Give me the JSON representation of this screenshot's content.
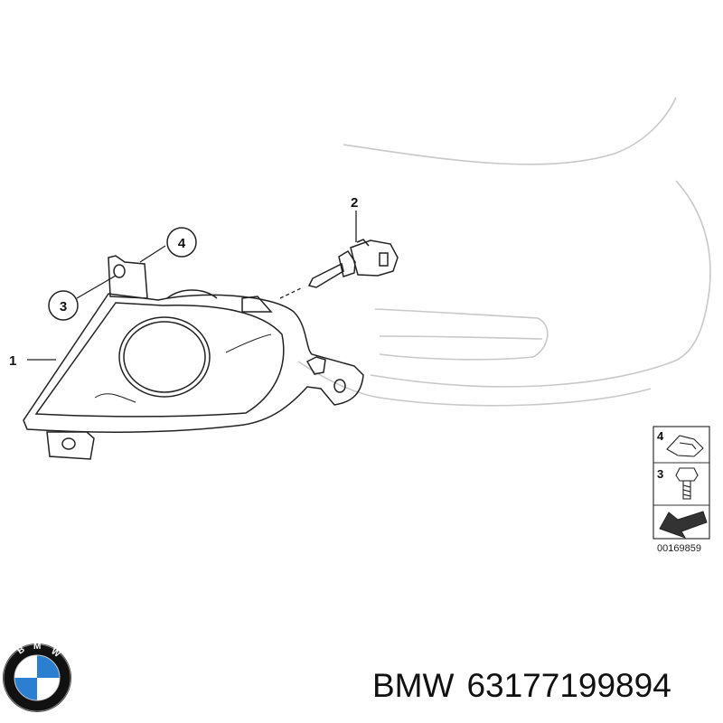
{
  "callouts": [
    {
      "id": "1",
      "text": "1"
    },
    {
      "id": "2",
      "text": "2"
    },
    {
      "id": "3",
      "text": "3"
    },
    {
      "id": "4",
      "text": "4"
    }
  ],
  "legend": {
    "items": [
      {
        "number": "4",
        "icon": "clip-nut-icon"
      },
      {
        "number": "3",
        "icon": "screw-icon"
      }
    ],
    "code": "00169859"
  },
  "logo": {
    "letters": "BMW"
  },
  "caption": {
    "brand": "BMW",
    "part_number": "63177199894"
  },
  "colors": {
    "line": "#222222",
    "bumper": "#c8c8c8",
    "blue": "#2b7fd0"
  }
}
